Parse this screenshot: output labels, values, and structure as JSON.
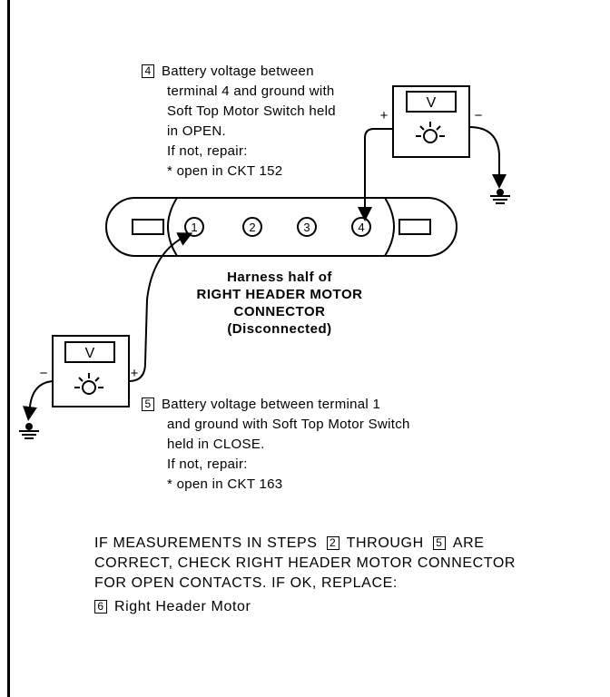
{
  "step4": {
    "num": "4",
    "lines": [
      "Battery voltage between",
      "terminal 4 and ground with",
      "Soft Top Motor Switch held",
      "in OPEN.",
      "If not, repair:",
      "* open in CKT 152"
    ]
  },
  "step5": {
    "num": "5",
    "lines": [
      "Battery voltage between terminal 1",
      "and ground with Soft Top Motor Switch",
      "held in CLOSE.",
      "If not, repair:",
      "* open in CKT 163"
    ]
  },
  "connector": {
    "terminals": [
      "1",
      "2",
      "3",
      "4"
    ],
    "title_lines": [
      "Harness half of",
      "RIGHT HEADER MOTOR",
      "CONNECTOR",
      "(Disconnected)"
    ]
  },
  "meter_top": {
    "label": "V",
    "plus": "+",
    "minus": "−"
  },
  "meter_left": {
    "label": "V",
    "plus": "+",
    "minus": "−"
  },
  "footer": {
    "line1_a": "IF MEASUREMENTS IN STEPS",
    "box_a": "2",
    "line1_b": "THROUGH",
    "box_b": "5",
    "line1_c": "ARE",
    "line2": "CORRECT, CHECK RIGHT HEADER MOTOR CONNECTOR",
    "line3": "FOR OPEN CONTACTS. IF OK, REPLACE:",
    "step6_num": "6",
    "step6_text": "Right Header Motor"
  }
}
